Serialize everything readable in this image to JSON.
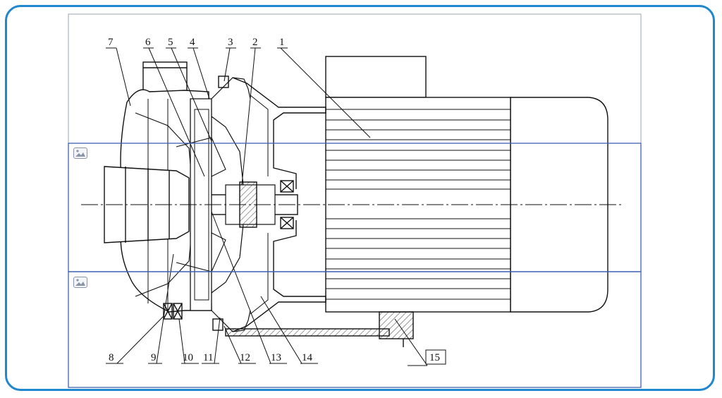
{
  "colors": {
    "frame_border": "#1f86d0",
    "selection_border": "#3f62b4",
    "drawing_stroke": "#111111",
    "hatch": "#555555"
  },
  "selection_boxes": [
    {
      "icon": "image-placeholder-icon"
    },
    {
      "icon": "image-placeholder-icon"
    }
  ],
  "callouts": [
    "1",
    "2",
    "3",
    "4",
    "5",
    "6",
    "7",
    "8",
    "9",
    "10",
    "11",
    "12",
    "13",
    "14",
    "15"
  ]
}
